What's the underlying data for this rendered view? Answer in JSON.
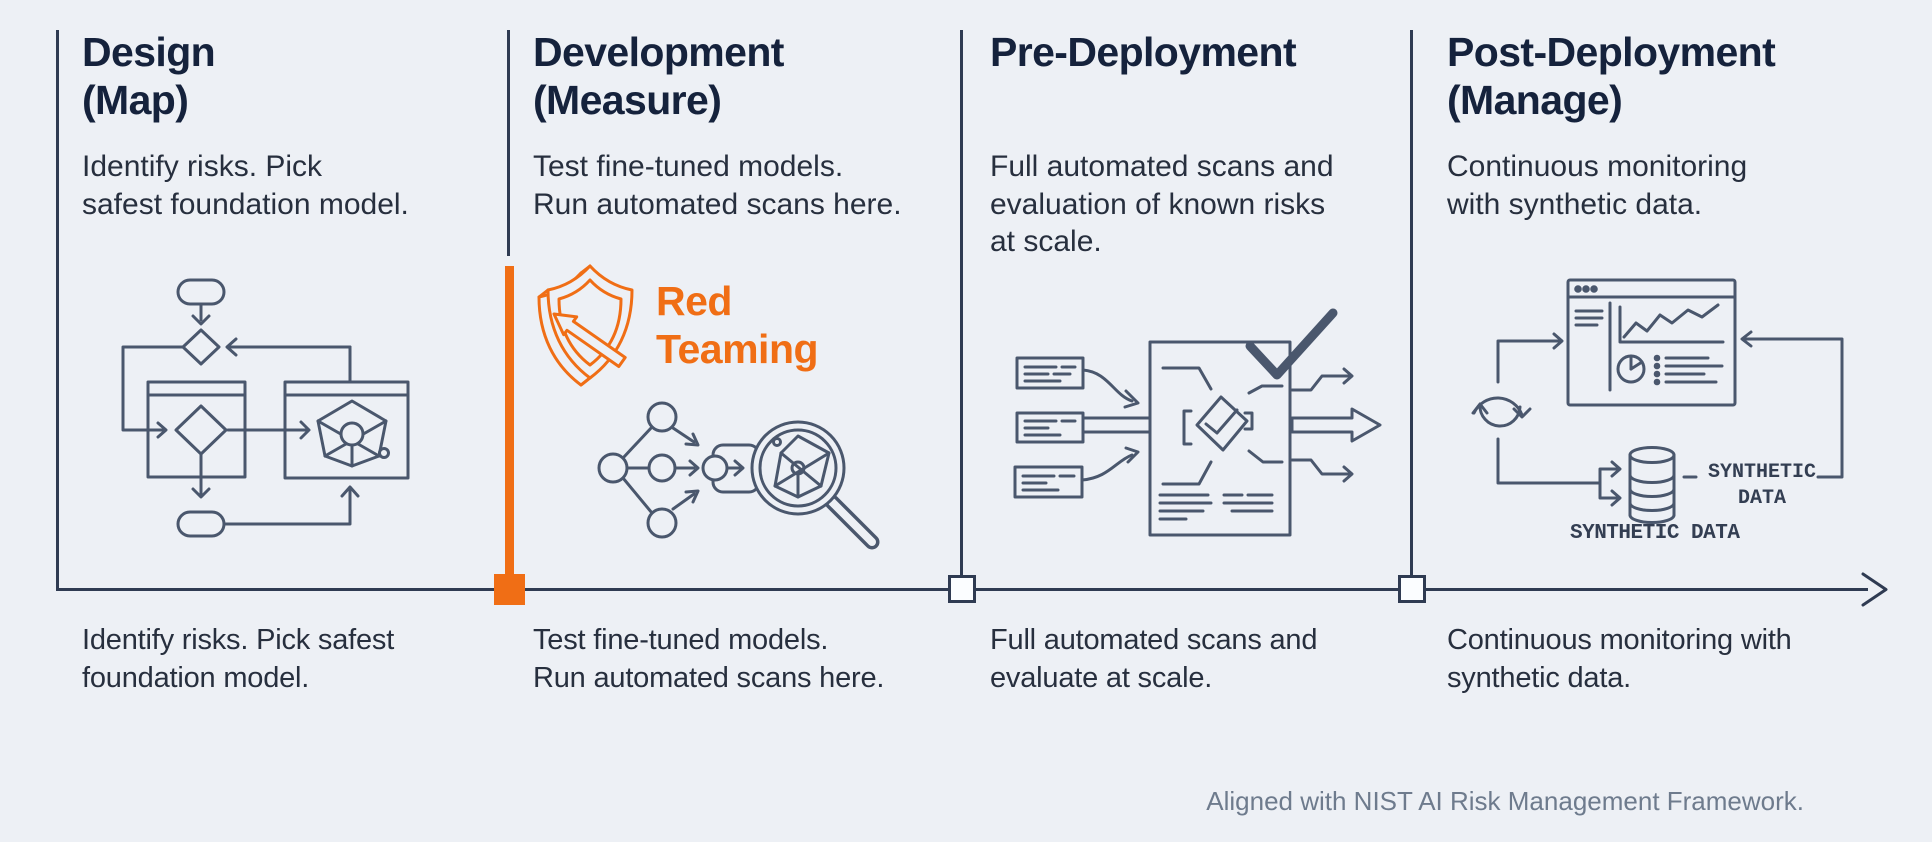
{
  "colors": {
    "background": "#edf0f5",
    "ink": "#15223c",
    "body_text": "#272f3e",
    "line_art": "#4a576d",
    "timeline": "#2f3b52",
    "accent_orange": "#f06e15",
    "footer_text": "#6e7b8d"
  },
  "phases": [
    {
      "id": "design",
      "title": "Design\n(Map)",
      "description": "Identify risks. Pick\nsafest foundation model.",
      "caption": "Identify risks. Pick safest\nfoundation model.",
      "icon": "flowchart-icon"
    },
    {
      "id": "development",
      "title": "Development\n(Measure)",
      "description": "Test fine-tuned models.\nRun automated scans here.",
      "caption": "Test fine-tuned models.\nRun automated scans here.",
      "icon": "model-scan-magnifier-icon",
      "highlight": {
        "label": "Red\nTeaming",
        "icon": "shield-arrow-icon"
      }
    },
    {
      "id": "pre-deployment",
      "title": "Pre-Deployment",
      "description": "Full automated scans and\nevaluation of known risks\nat scale.",
      "caption": "Full automated scans and\nevaluate at scale.",
      "icon": "document-scan-icon"
    },
    {
      "id": "post-deployment",
      "title": "Post-Deployment\n(Manage)",
      "description": "Continuous monitoring\nwith synthetic data.",
      "caption": "Continuous monitoring with\nsynthetic data.",
      "icon": "monitoring-loop-icon",
      "labels": {
        "synthetic_side": "SYNTHETIC\nDATA",
        "synthetic_bottom": "SYNTHETIC DATA"
      }
    }
  ],
  "footer": "Aligned with NIST AI Risk Management Framework."
}
